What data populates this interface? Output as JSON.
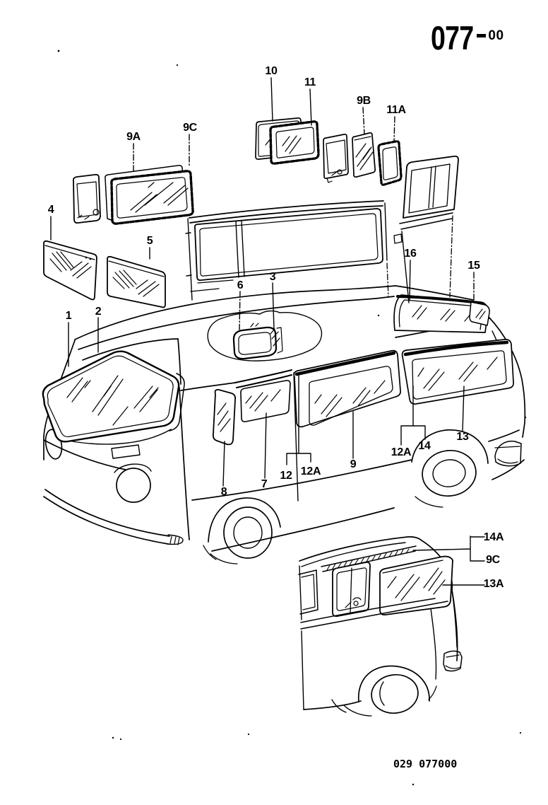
{
  "page": {
    "header": {
      "group_code": "077",
      "page_code": "00"
    },
    "footer": {
      "code_left": "029",
      "code_right": "077000"
    }
  },
  "callouts": {
    "c1": {
      "label": "1"
    },
    "c2": {
      "label": "2"
    },
    "c3": {
      "label": "3"
    },
    "c4": {
      "label": "4"
    },
    "c5": {
      "label": "5"
    },
    "c6": {
      "label": "6"
    },
    "c7": {
      "label": "7"
    },
    "c8": {
      "label": "8"
    },
    "c9": {
      "label": "9"
    },
    "c10": {
      "label": "10"
    },
    "c11": {
      "label": "11"
    },
    "c9a": {
      "label": "9A"
    },
    "c9b": {
      "label": "9B"
    },
    "c9c": {
      "label": "9C"
    },
    "c11a": {
      "label": "11A"
    },
    "c12": {
      "label": "12"
    },
    "c12a": {
      "label": "12A"
    },
    "c12a2": {
      "label": "12A"
    },
    "c13": {
      "label": "13"
    },
    "c13a": {
      "label": "13A"
    },
    "c14": {
      "label": "14"
    },
    "c14a": {
      "label": "14A"
    },
    "c9c2": {
      "label": "9C"
    },
    "c15": {
      "label": "15"
    },
    "c16": {
      "label": "16"
    }
  },
  "colors": {
    "ink": "#000000",
    "paper": "#ffffff"
  }
}
